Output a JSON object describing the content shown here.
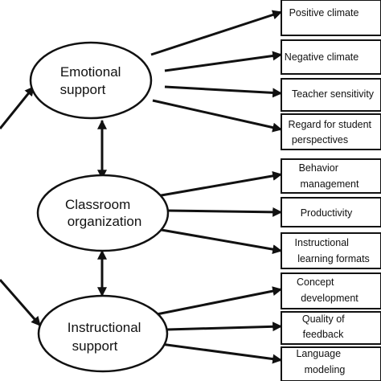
{
  "constructs": [
    {
      "id": "emotional",
      "lines": [
        "Emotional",
        "support"
      ]
    },
    {
      "id": "classroom",
      "lines": [
        "Classroom",
        "organization"
      ]
    },
    {
      "id": "instructional",
      "lines": [
        "Instructional",
        "support"
      ]
    }
  ],
  "indicators": [
    {
      "id": "positive-climate",
      "construct": "emotional",
      "lines": [
        "Positive climate"
      ]
    },
    {
      "id": "negative-climate",
      "construct": "emotional",
      "lines": [
        "Negative climate"
      ]
    },
    {
      "id": "teacher-sensitivity",
      "construct": "emotional",
      "lines": [
        "Teacher sensitivity"
      ]
    },
    {
      "id": "regard-student-perspectives",
      "construct": "emotional",
      "lines": [
        "Regard for student",
        "perspectives"
      ]
    },
    {
      "id": "behavior-management",
      "construct": "classroom",
      "lines": [
        "Behavior",
        "management"
      ]
    },
    {
      "id": "productivity",
      "construct": "classroom",
      "lines": [
        "Productivity"
      ]
    },
    {
      "id": "instructional-learning-formats",
      "construct": "classroom",
      "lines": [
        "Instructional",
        "learning formats"
      ]
    },
    {
      "id": "concept-development",
      "construct": "instructional",
      "lines": [
        "Concept",
        "development"
      ]
    },
    {
      "id": "quality-of-feedback",
      "construct": "instructional",
      "lines": [
        "Quality of",
        "feedback"
      ]
    },
    {
      "id": "language-modeling",
      "construct": "instructional",
      "lines": [
        "Language",
        "modeling"
      ]
    }
  ]
}
